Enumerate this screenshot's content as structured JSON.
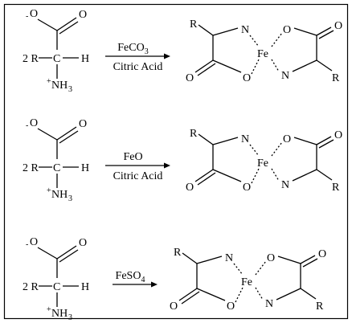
{
  "reactions": [
    {
      "reactant": {
        "coef": "2 R",
        "carbon": "C",
        "hydrogen": "H",
        "charge_o": "-",
        "o_label": "O",
        "o_dbl": "O",
        "amine": "NH",
        "amine_sub": "3",
        "charge_n": "+"
      },
      "reagent": {
        "text": "FeCO",
        "sub": "3"
      },
      "catalyst": "Citric Acid",
      "product": {
        "r1": "R",
        "r2": "R",
        "n1": "N",
        "n2": "N",
        "o1": "O",
        "o2": "O",
        "o3": "O",
        "o4": "O",
        "metal": "Fe"
      }
    },
    {
      "reactant": {
        "coef": "2 R",
        "carbon": "C",
        "hydrogen": "H",
        "charge_o": "-",
        "o_label": "O",
        "o_dbl": "O",
        "amine": "NH",
        "amine_sub": "3",
        "charge_n": "+"
      },
      "reagent": {
        "text": "FeO",
        "sub": ""
      },
      "catalyst": "Citric Acid",
      "product": {
        "r1": "R",
        "r2": "R",
        "n1": "N",
        "n2": "N",
        "o1": "O",
        "o2": "O",
        "o3": "O",
        "o4": "O",
        "metal": "Fe"
      }
    },
    {
      "reactant": {
        "coef": "2 R",
        "carbon": "C",
        "hydrogen": "H",
        "charge_o": "-",
        "o_label": "O",
        "o_dbl": "O",
        "amine": "NH",
        "amine_sub": "3",
        "charge_n": "+"
      },
      "reagent": {
        "text": "FeSO",
        "sub": "4"
      },
      "catalyst": "",
      "product": {
        "r1": "R",
        "r2": "R",
        "n1": "N",
        "n2": "N",
        "o1": "O",
        "o2": "O",
        "o3": "O",
        "o4": "O",
        "metal": "Fe"
      }
    }
  ]
}
